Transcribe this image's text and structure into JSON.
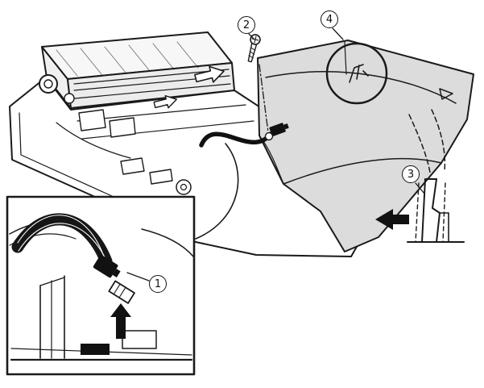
{
  "diagram": {
    "type": "exploded-assembly-instruction",
    "background": "#ffffff",
    "line_color": "#1a1a1a",
    "cover_fill": "#dcdcdc",
    "arrow_fill": "#111111",
    "callouts": [
      {
        "label": "1",
        "points_to": "flat-cable-connector"
      },
      {
        "label": "2",
        "points_to": "screw"
      },
      {
        "label": "3",
        "points_to": "cover-hook"
      },
      {
        "label": "4",
        "points_to": "cover-panel"
      }
    ]
  }
}
